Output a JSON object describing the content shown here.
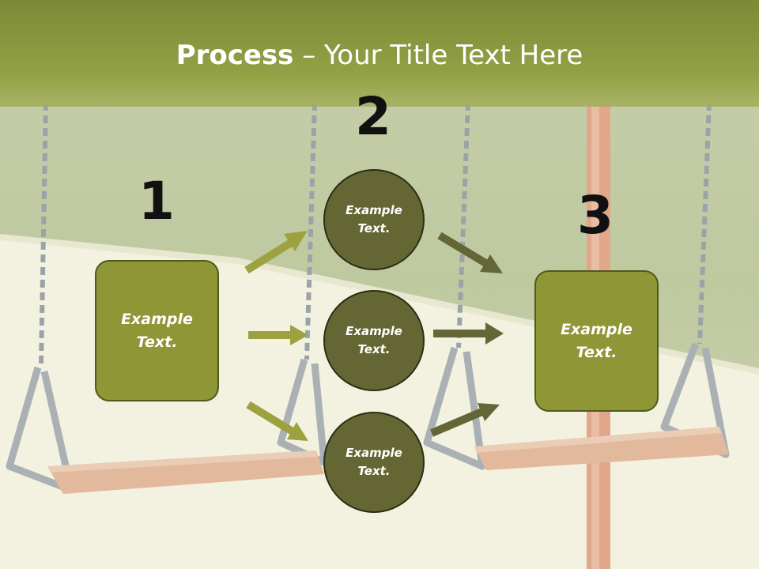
{
  "title": {
    "bold": "Process",
    "rest": " – Your Title Text Here"
  },
  "steps": {
    "one": "1",
    "two": "2",
    "three": "3"
  },
  "left_box": {
    "text": "Example Text."
  },
  "right_box": {
    "text": "Example Text."
  },
  "circles": [
    {
      "text": "Example Text."
    },
    {
      "text": "Example Text."
    },
    {
      "text": "Example Text."
    }
  ],
  "colors": {
    "header_band": "#8a9a3c",
    "box_fill": "#8f9636",
    "circle_fill": "#646634",
    "arrow_light": "#9ea13f",
    "arrow_dark": "#646638",
    "pole": "#d75a2a",
    "chain": "#7a8490"
  }
}
